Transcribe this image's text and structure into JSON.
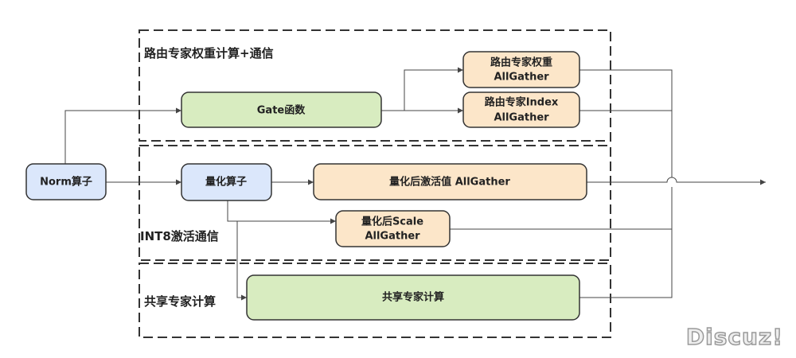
{
  "groups": {
    "routing": "路由专家权重计算+通信",
    "int8": "INT8激活通信",
    "shared": "共享专家计算"
  },
  "nodes": {
    "norm": "Norm算子",
    "gate": "Gate函数",
    "route_weight_1": "路由专家权重",
    "route_weight_2": "AllGather",
    "route_index_1": "路由专家Index",
    "route_index_2": "AllGather",
    "quant": "量化算子",
    "quant_act": "量化后激活值 AllGather",
    "quant_scale_1": "量化后Scale",
    "quant_scale_2": "AllGather",
    "shared_expert": "共享专家计算"
  },
  "watermark": "Discuz!",
  "colors": {
    "blue": "#dbe7fb",
    "green": "#d8ecc0",
    "orange": "#fce6c9"
  }
}
